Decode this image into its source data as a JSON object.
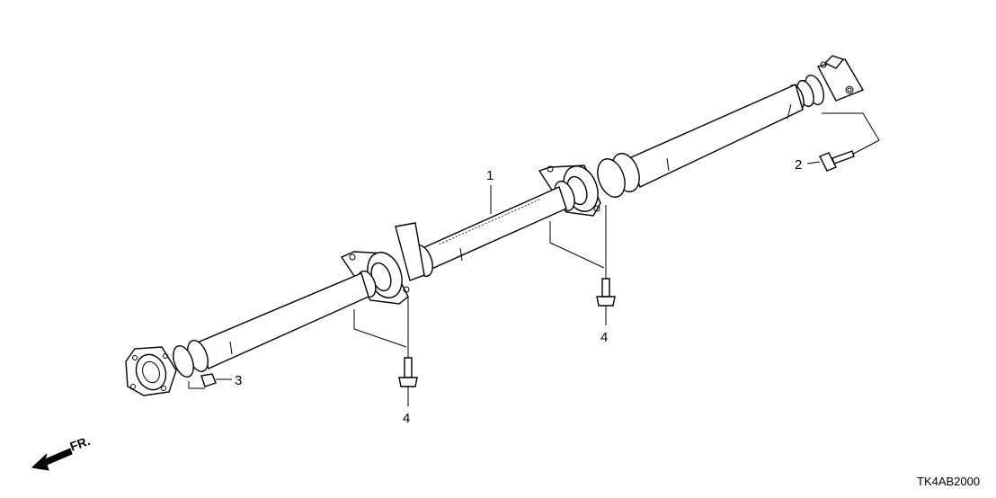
{
  "callouts": {
    "part_1": "1",
    "part_2": "2",
    "part_3": "3",
    "part_4a": "4",
    "part_4b": "4"
  },
  "direction_label": "FR.",
  "diagram_code": "TK4AB2000",
  "icons": {
    "front_arrow": "arrow-left-down-icon"
  }
}
